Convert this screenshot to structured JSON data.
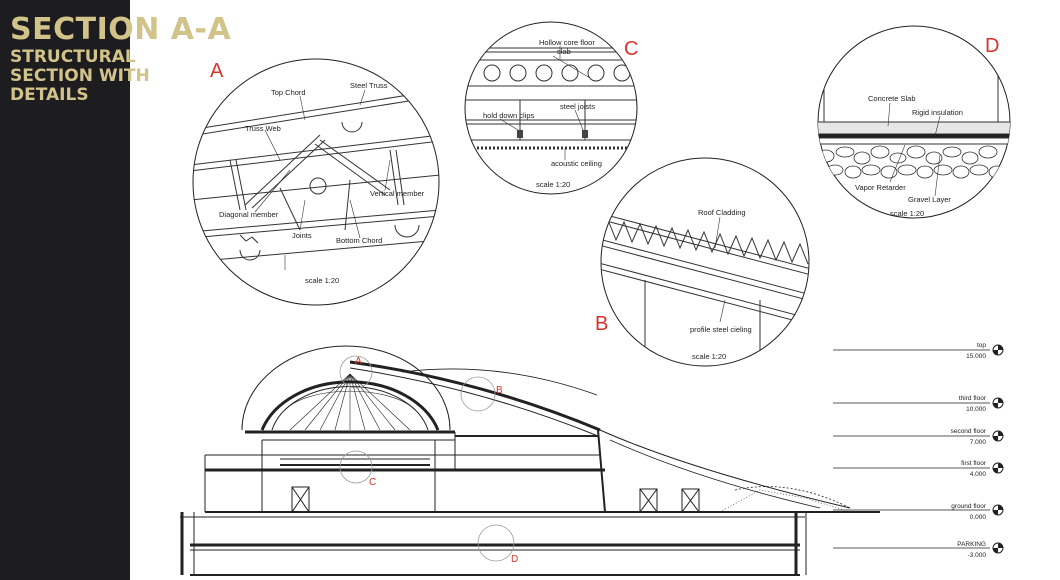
{
  "title": {
    "main": "SECTION A-A",
    "sub_lines": [
      "STRUCTURAL",
      "SECTION WITH",
      "DETAILS"
    ]
  },
  "details": {
    "A": {
      "letter": "A",
      "scale": "scale 1:20",
      "labels": {
        "top_chord": "Top Chord",
        "steel_truss": "Steel Truss",
        "truss_web": "Truss Web",
        "vertical_member": "Vertical member",
        "diagonal_member": "Diagonal member",
        "joints": "Joints",
        "bottom_chord": "Bottom Chord"
      }
    },
    "B": {
      "letter": "B",
      "scale": "scale 1:20",
      "labels": {
        "roof_cladding": "Roof Cladding",
        "profile_steel_ceiling": "profile steel cieling"
      }
    },
    "C": {
      "letter": "C",
      "scale": "scale 1:20",
      "labels": {
        "hollow_core_floor": "Hollow core floor",
        "slab": "slab",
        "hold_down_clips": "hold down clips",
        "steel_joists": "steel joists",
        "acoustic_ceiling": "acoustic ceiling"
      }
    },
    "D": {
      "letter": "D",
      "scale": "scale 1:20",
      "labels": {
        "concrete_slab": "Concrete Slab",
        "rigid_insulation": "Rigid insulation",
        "vapor_retarder": "Vapor Retarder",
        "gravel_layer": "Gravel Layer"
      }
    }
  },
  "section_markers": {
    "A": "A",
    "B": "B",
    "C": "C",
    "D": "D"
  },
  "levels": [
    {
      "name": "top",
      "value": "15.000"
    },
    {
      "name": "third floor",
      "value": "10.000"
    },
    {
      "name": "second floor",
      "value": "7.000"
    },
    {
      "name": "first floor",
      "value": "4.000"
    },
    {
      "name": "ground floor",
      "value": "0.000"
    },
    {
      "name": "PARKING",
      "value": "-3.000"
    }
  ],
  "colors": {
    "sidebar": "#1d1c1f",
    "title": "#d2c38a",
    "marker_red": "#d9332b",
    "line": "#222222"
  }
}
